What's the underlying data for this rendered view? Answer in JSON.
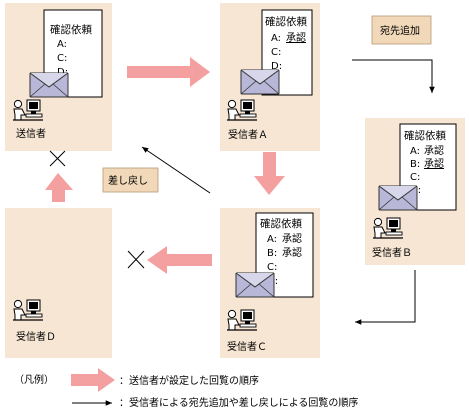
{
  "colors": {
    "panel": "#f6e6d3",
    "pink_arrow": "#f4a0a0",
    "tag": "#f0d8b8",
    "envelope": "#b9b7d8"
  },
  "icons": {
    "document": "document-icon",
    "envelope": "envelope-icon",
    "user_at_computer": "user-at-computer-icon",
    "cross": "cross-mark-icon"
  },
  "panels": {
    "sender": {
      "label": "送信者",
      "doc_title": "確認依頼",
      "rows": [
        {
          "key": "A:",
          "status": ""
        },
        {
          "key": "C:",
          "status": ""
        },
        {
          "key": "D:",
          "status": ""
        }
      ]
    },
    "receiver_a": {
      "label": "受信者Ａ",
      "doc_title": "確認依頼",
      "rows": [
        {
          "key": "A:",
          "status": "承認"
        },
        {
          "key": "C:",
          "status": ""
        },
        {
          "key": "D:",
          "status": ""
        }
      ]
    },
    "receiver_b": {
      "label": "受信者Ｂ",
      "doc_title": "確認依頼",
      "rows": [
        {
          "key": "A:",
          "status": "承認"
        },
        {
          "key": "B:",
          "status": "承認"
        },
        {
          "key": "C:",
          "status": ""
        },
        {
          "key": "D:",
          "status": ""
        }
      ]
    },
    "receiver_c": {
      "label": "受信者Ｃ",
      "doc_title": "確認依頼",
      "rows": [
        {
          "key": "A:",
          "status": "承認"
        },
        {
          "key": "B:",
          "status": "承認"
        },
        {
          "key": "C:",
          "status": ""
        },
        {
          "key": "D:",
          "status": ""
        }
      ]
    },
    "receiver_d": {
      "label": "受信者Ｄ"
    }
  },
  "tags": {
    "add_recipient": "宛先追加",
    "send_back": "差し戻し"
  },
  "legend": {
    "title": "（凡例）",
    "pink_desc": "：送信者が設定した回覧の順序",
    "line_desc": "：受信者による宛先追加や差し戻しによる回覧の順序"
  }
}
